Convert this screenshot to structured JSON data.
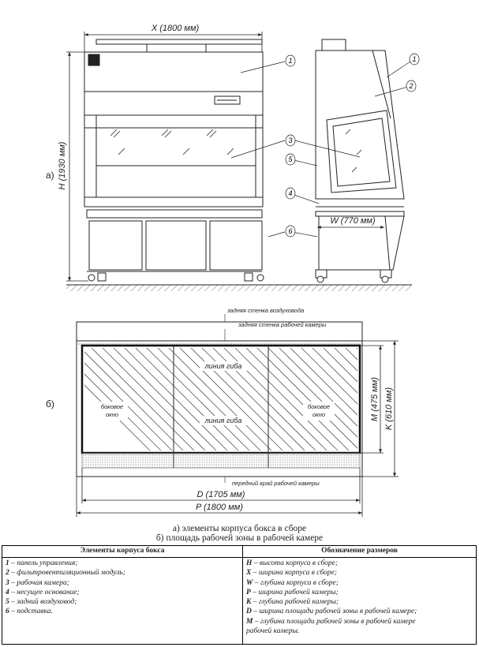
{
  "figure": {
    "label_a": "а)",
    "label_b": "б)",
    "dim_x": "X (1800 мм)",
    "dim_h": "H (1930 мм)",
    "dim_w": "W (770 мм)",
    "dim_d": "D (1705 мм)",
    "dim_p": "P (1800 мм)",
    "dim_m": "M (475 мм)",
    "dim_k": "K (610 мм)",
    "callouts": [
      "1",
      "2",
      "3",
      "4",
      "5",
      "6"
    ],
    "plan_labels": {
      "duct_back_wall": "задняя стенка воздуховода",
      "chamber_back_wall": "задняя стенка рабочей камеры",
      "bend_line": "линия гиба",
      "side_window": [
        "боковое",
        "окно"
      ],
      "front_edge": "передний край рабочей камеры"
    }
  },
  "caption": {
    "line_a": "а) элементы корпуса бокса в сборе",
    "line_b": "б) площадь рабочей зоны в рабочей камере"
  },
  "table": {
    "headers": [
      "Элементы корпуса бокса",
      "Обозначение размеров"
    ],
    "elements": [
      {
        "key": "1",
        "text": "– панель управления;"
      },
      {
        "key": "2",
        "text": "– фильтровентиляционный модуль;"
      },
      {
        "key": "3",
        "text": "– рабочая камера;"
      },
      {
        "key": "4",
        "text": "– несущее основание;"
      },
      {
        "key": "5",
        "text": "– задний воздуховод;"
      },
      {
        "key": "6",
        "text": "– подставка."
      }
    ],
    "dimensions": [
      {
        "key": "H",
        "text": "– высота корпуса в сборе;"
      },
      {
        "key": "X",
        "text": "– ширина корпуса в сборе;"
      },
      {
        "key": "W",
        "text": "– глубина корпуса в сборе;"
      },
      {
        "key": "P",
        "text": "– ширина рабочей камеры;"
      },
      {
        "key": "K",
        "text": "– глубина рабочей камеры;"
      },
      {
        "key": "D",
        "text": "– ширина площади рабочей зоны в рабочей камере;"
      },
      {
        "key": "M",
        "text": "– глубина площади рабочей зоны в рабочей камере"
      },
      {
        "key": "",
        "text": "рабочей камеры."
      }
    ]
  },
  "colors": {
    "line": "#222222",
    "hatch": "#555555",
    "frame": "#111111"
  }
}
